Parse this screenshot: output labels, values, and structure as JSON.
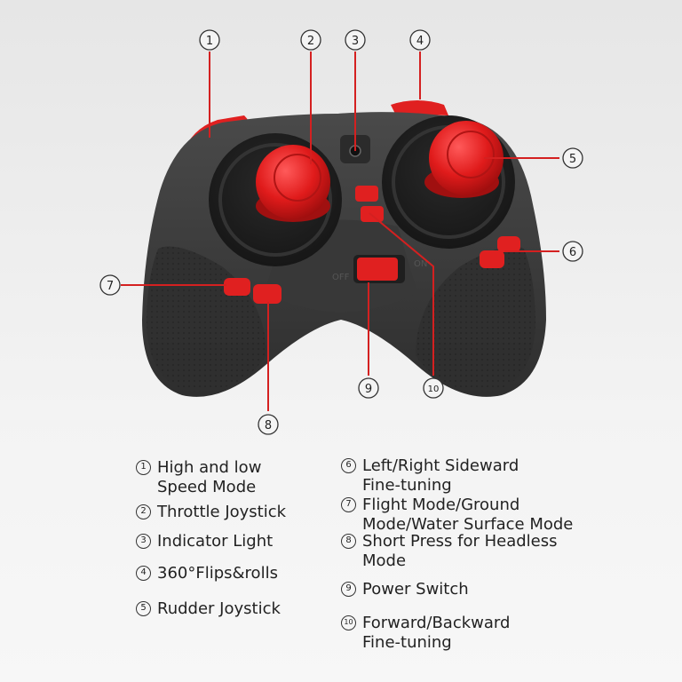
{
  "switch_labels": {
    "off": "OFF",
    "on": "ON"
  },
  "callouts": [
    "1",
    "2",
    "3",
    "4",
    "5",
    "6",
    "7",
    "8",
    "9",
    "10"
  ],
  "legend": [
    {
      "num": "1",
      "text": "High and low Speed Mode"
    },
    {
      "num": "2",
      "text": "Throttle Joystick"
    },
    {
      "num": "3",
      "text": "Indicator Light"
    },
    {
      "num": "4",
      "text": "360°Flips&rolls"
    },
    {
      "num": "5",
      "text": "Rudder Joystick"
    },
    {
      "num": "6",
      "text": "Left/Right Sideward Fine-tuning"
    },
    {
      "num": "7",
      "text": "Flight Mode/Ground Mode/Water Surface Mode"
    },
    {
      "num": "8",
      "text": "Short Press for Headless Mode"
    },
    {
      "num": "9",
      "text": "Power Switch"
    },
    {
      "num": "10",
      "text": "Forward/Backward Fine-tuning"
    }
  ],
  "colors": {
    "accent_red": "#e02020",
    "controller_body": "#3d3d3d",
    "callout_line": "#d42020"
  }
}
